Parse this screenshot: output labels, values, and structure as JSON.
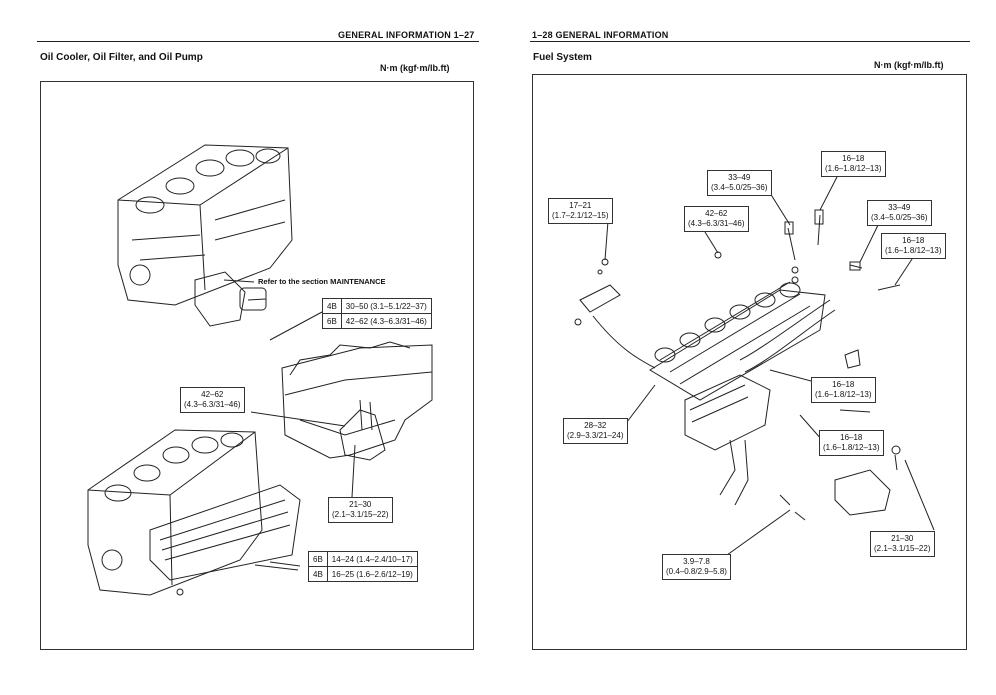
{
  "left_page": {
    "header": "GENERAL INFORMATION  1–27",
    "section_title": "Oil Cooler, Oil Filter, and Oil Pump",
    "unit": "N·m (kgf·m/lb.ft)",
    "maintenance_note": "Refer to the section MAINTENANCE",
    "filter_torque_table": [
      {
        "model": "4B",
        "value": "30–50 (3.1–5.1/22–37)"
      },
      {
        "model": "6B",
        "value": "42–62 (4.3–6.3/31–46)"
      }
    ],
    "label_oilpan": {
      "line1": "42–62",
      "line2": "(4.3–6.3/31–46)"
    },
    "label_pump": {
      "line1": "21–30",
      "line2": "(2.1–3.1/15–22)"
    },
    "cooler_torque_table": [
      {
        "model": "6B",
        "value": "14–24 (1.4–2.4/10–17)"
      },
      {
        "model": "4B",
        "value": "16–25 (1.6–2.6/12–19)"
      }
    ]
  },
  "right_page": {
    "header": "1–28  GENERAL INFORMATION",
    "section_title": "Fuel System",
    "unit": "N·m (kgf·m/lb.ft)",
    "labels": {
      "a": {
        "line1": "17–21",
        "line2": "(1.7–2.1/12–15)"
      },
      "b": {
        "line1": "33–49",
        "line2": "(3.4–5.0/25–36)"
      },
      "c": {
        "line1": "16–18",
        "line2": "(1.6–1.8/12–13)"
      },
      "d": {
        "line1": "42–62",
        "line2": "(4.3–6.3/31–46)"
      },
      "e": {
        "line1": "33–49",
        "line2": "(3.4–5.0/25–36)"
      },
      "f": {
        "line1": "16–18",
        "line2": "(1.6–1.8/12–13)"
      },
      "g": {
        "line1": "16–18",
        "line2": "(1.6–1.8/12–13)"
      },
      "h": {
        "line1": "28–32",
        "line2": "(2.9–3.3/21–24)"
      },
      "i": {
        "line1": "16–18",
        "line2": "(1.6–1.8/12–13)"
      },
      "j": {
        "line1": "21–30",
        "line2": "(2.1–3.1/15–22)"
      },
      "k": {
        "line1": "3.9–7.8",
        "line2": "(0.4–0.8/2.9–5.8)"
      }
    }
  }
}
